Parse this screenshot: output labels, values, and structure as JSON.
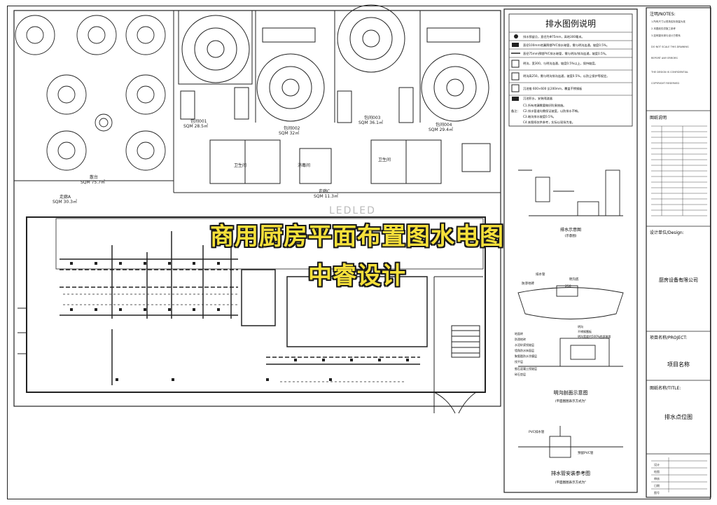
{
  "banner": {
    "title": "商用厨房平面布置图水电图",
    "subtitle": "中睿设计"
  },
  "plan_labels": {
    "dining_left": "散台",
    "dining_left_area": "SQM 75.7㎡",
    "corridor": "走廊A",
    "corridor_area": "SQM 30.3㎡",
    "room1": "包间001",
    "room1_area": "SQM 28.5㎡",
    "room2": "包间002",
    "room2_area": "SQM 32㎡",
    "room3": "包间003",
    "room3_area": "SQM 36.1㎡",
    "room4": "包间004",
    "room4_area": "SQM 29.4㎡",
    "corridor_b": "走廊C",
    "corridor_b_area": "SQM 11.3㎡",
    "bath": "卫生间",
    "kitchen_label": "消毒间",
    "watermark": "LEDLED"
  },
  "legend": {
    "title": "排水图例说明",
    "rows": [
      "排水预留点，直径为Φ75mm，高地300毫米。",
      "直径100mm地漏预埋PVC排水暗管，需与明沟连通，坡度0.5%。",
      "直径75mm预埋PVC排水暗管，需与明沟/排沟连通，坡度0.5%。",
      "明沟，宽300，与明沟连通，坡度0.5%以上，保持坡度。",
      "明沟高250，需与明沟排沟连通，坡度0.5%，以防尘保护等规定。",
      "沉池推 600×600 反200mm，覆盖不锈钢板",
      "沉池积水，安装隔渣器"
    ],
    "notes_head": "备注：",
    "notes": [
      "C1.所有地漏需要做好防臭措施。",
      "C2.排水管道均需保证坡度，以防排水不畅。",
      "C3.暗沟排水坡度0.5%。",
      "C4.本图纸仅供参考，实际以现场为准。"
    ]
  },
  "sections": {
    "s1_title": "排水示意图",
    "s1_sub": "(示意图)",
    "s2_labels": [
      "排水管",
      "明沟底",
      "防渗地砖",
      "250"
    ],
    "s3_title": "明沟剖面示意图",
    "s3_sub": "(平面图图表示方式为\"",
    "s3_layers": [
      "地面砖",
      "防滑地砖",
      "水泥砂浆找坡层",
      "墙角防水抹面层",
      "聚氨酯防水涂膜层",
      "找平层",
      "细石混凝土找坡层",
      "碎石垫层"
    ],
    "s3_right": [
      "明沟",
      "不锈钢篦板",
      "明沟宽度约500%底部坡度"
    ],
    "s4_title": "排水管安装参考图",
    "s4_sub": "(平面图图表示方式为\"",
    "s4_labels": [
      "PVC排水管",
      "预留PVC管"
    ]
  },
  "title_block": {
    "notes_label": "注明/NOTES:",
    "notes_text": [
      "1.所有尺寸以现场实际测量为准",
      "2.本图纸仅供施工参考",
      "3.如有疑问请与设计方联系",
      "DO NOT SCALE THIS DRAWING",
      "REPORT ANY ERRORS",
      "THE DESIGN IS CONFIDENTIAL",
      "COPYRIGHT RESERVED"
    ],
    "revision_label": "图纸说明",
    "design_label": "设计单位/Design:",
    "company": "厨房设备有限公司",
    "project_label": "项目名称/PROJECT:",
    "project_value": "项目名称",
    "drawing_label": "图纸名称/TITLE:",
    "drawing_value": "排水点位图",
    "stamp_rows": [
      "设计",
      "绘图",
      "审核",
      "日期",
      "图号"
    ]
  }
}
